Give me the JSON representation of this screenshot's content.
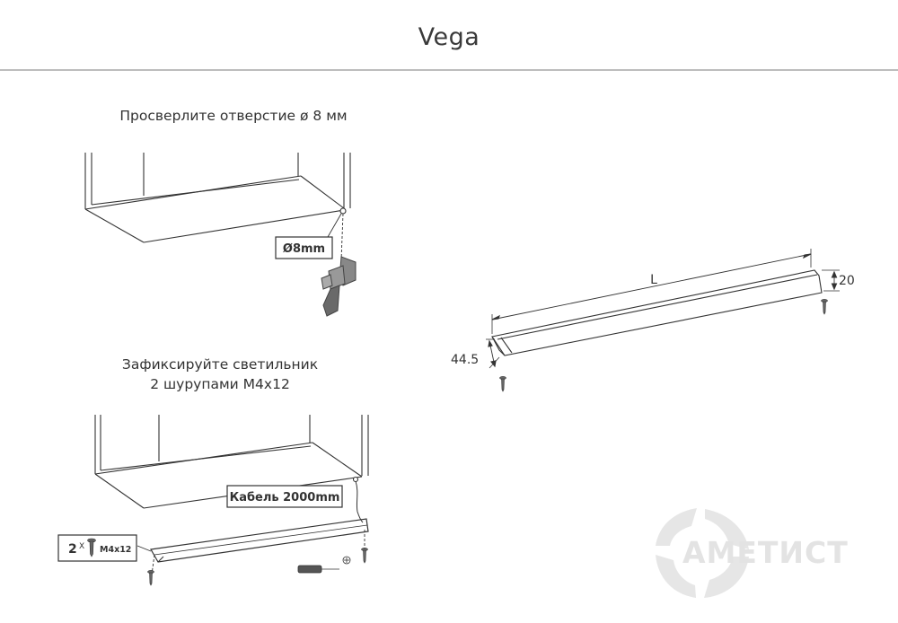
{
  "header": {
    "title": "Vega"
  },
  "steps": [
    {
      "lines": [
        "Просверлите отверстие ø 8 мм"
      ]
    },
    {
      "lines": [
        "Зафиксируйте светильник",
        "2 шурупами M4x12"
      ]
    }
  ],
  "callouts": {
    "hole_diameter": "Ø8mm",
    "cable": "Кабель 2000mm",
    "screw_count": "2",
    "screw_times": "X",
    "screw_spec": "M4x12"
  },
  "dimensions": {
    "length": "L",
    "height": "20",
    "depth": "44.5"
  },
  "watermark": {
    "brand": "АМЕТИСТ"
  },
  "colors": {
    "line": "#333333",
    "light_line": "#888888",
    "watermark": "#e6e6e6"
  }
}
